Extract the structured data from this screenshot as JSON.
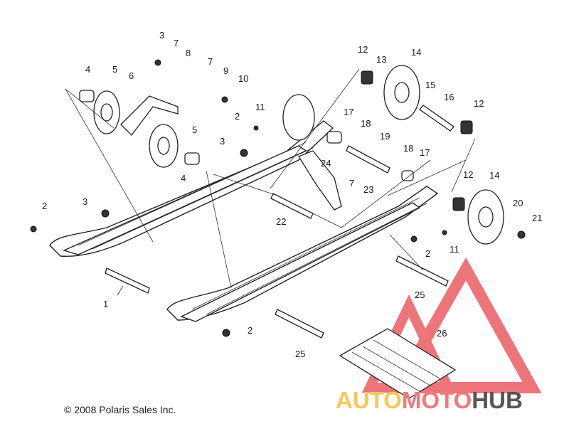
{
  "copyright": "© 2008 Polaris Sales Inc.",
  "watermark": {
    "auto": "AUTO",
    "moto": "MOTO",
    "hub": "HUB",
    "color_auto": "#f4c95a",
    "color_moto": "#f07a7a",
    "color_hub": "#555555",
    "logo_color": "#e8474d"
  },
  "callouts": [
    "1",
    "2",
    "3",
    "4",
    "5",
    "6",
    "7",
    "8",
    "9",
    "10",
    "11",
    "12",
    "13",
    "14",
    "15",
    "16",
    "17",
    "18",
    "19",
    "20",
    "21",
    "22",
    "23",
    "24",
    "25",
    "26"
  ],
  "labels": {
    "l1": "1",
    "l2a": "2",
    "l2b": "2",
    "l2c": "2",
    "l2d": "2",
    "l3a": "3",
    "l3b": "3",
    "l3c": "3",
    "l4a": "4",
    "l4b": "4",
    "l5a": "5",
    "l5b": "5",
    "l6": "6",
    "l7a": "7",
    "l7b": "7",
    "l7c": "7",
    "l8": "8",
    "l9": "9",
    "l10": "10",
    "l11a": "11",
    "l11b": "11",
    "l12a": "12",
    "l12b": "12",
    "l12c": "12",
    "l13": "13",
    "l14a": "14",
    "l14b": "14",
    "l15": "15",
    "l16": "16",
    "l17a": "17",
    "l17b": "17",
    "l18a": "18",
    "l18b": "18",
    "l19": "19",
    "l20": "20",
    "l21": "21",
    "l22": "22",
    "l23": "23",
    "l24": "24",
    "l25a": "25",
    "l25b": "25",
    "l26": "26"
  }
}
